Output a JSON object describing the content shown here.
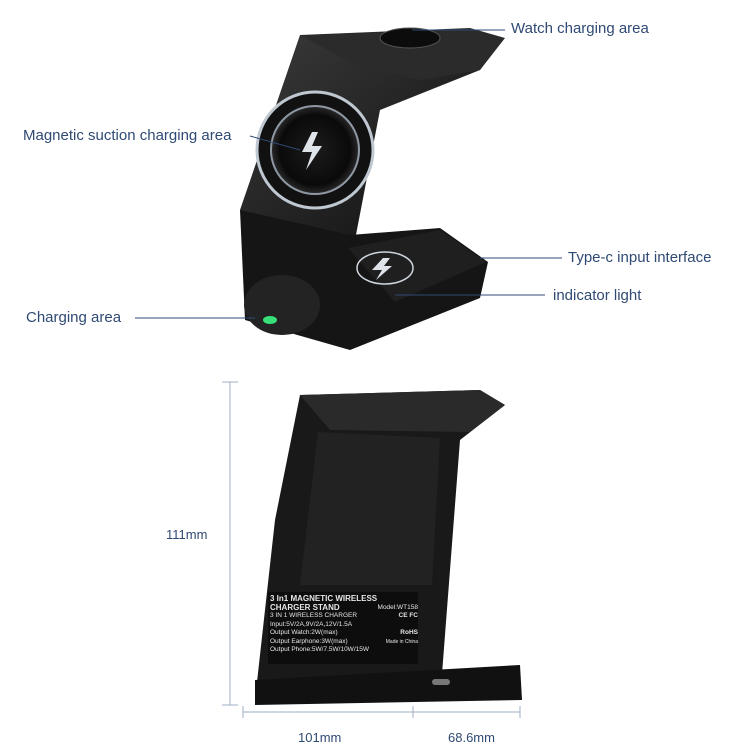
{
  "callouts": {
    "watch": "Watch charging area",
    "magnetic": "Magnetic suction charging area",
    "typec": "Type-c input interface",
    "indicator": "indicator light",
    "charging": "Charging area"
  },
  "dimensions": {
    "height": "111mm",
    "width": "101mm",
    "depth": "68.6mm"
  },
  "product_label": {
    "title_line1": "3 In1 MAGNETIC WIRELESS",
    "title_line2": "CHARGER STAND",
    "model": "Model:WT158",
    "subtitle": "3 IN 1 WIRELESS CHARGER",
    "input": "Input:5V/2A,9V/2A,12V/1.5A",
    "out_watch": "Output Watch:2W(max)",
    "out_earphone": "Output Earphone:3W(max)",
    "out_phone": "Output Phone:5W/7.5W/10W/15W",
    "marks": "CE FC",
    "rohs": "RoHS",
    "made_in": "Made in China"
  },
  "colors": {
    "device": "#1a1a1a",
    "label_text": "#2f4a73",
    "led": "#38e07a"
  }
}
